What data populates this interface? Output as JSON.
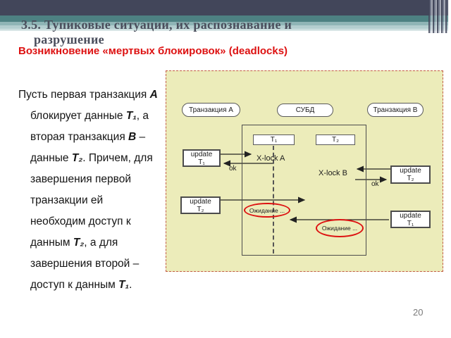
{
  "slide": {
    "title": "3.5. Тупиковые ситуации, их распознавание и\nразрушение",
    "subtitle": "Возникновение «мертвых блокировок» (deadlocks)",
    "page_number": "20"
  },
  "body": {
    "segments": [
      {
        "t": "Пусть первая транзакция "
      },
      {
        "t": "А",
        "b": true
      },
      {
        "t": "\nблокирует данные "
      },
      {
        "t": "Т₁",
        "b": true
      },
      {
        "t": ", а\nвторая транзакция "
      },
      {
        "t": "В",
        "b": true
      },
      {
        "t": " –\nданные "
      },
      {
        "t": "Т₂",
        "b": true
      },
      {
        "t": ". Причем, для\nзавершения первой\nтранзакции ей\nнеобходим доступ к\nданным "
      },
      {
        "t": "Т₂",
        "b": true
      },
      {
        "t": ", а для\nзавершения второй –\nдоступ к данным "
      },
      {
        "t": "Т₁",
        "b": true
      },
      {
        "t": "."
      }
    ]
  },
  "diagram": {
    "actor_a": "Транзакция А",
    "actor_dbms": "СУБД",
    "actor_b": "Транзакция В",
    "table_t1": "T₁",
    "table_t2": "T₂",
    "op_update_t1_by_a": "update\nT₁",
    "op_update_t2_by_b": "update\nT₂",
    "op_update_t2_by_a": "update\nT₂",
    "op_update_t1_by_b": "update\nT₁",
    "xlock_a": "X-lock A",
    "xlock_b": "X-lock B",
    "ok_a": "ok",
    "ok_b": "ok",
    "wait_a": "Ожидание ...",
    "wait_b": "Ожидание ..."
  },
  "colors": {
    "top_bar": "#42465a",
    "teal_band": "#4d8182",
    "title_text": "#4a4e5c",
    "subtitle_red": "#dd1111",
    "body_text": "#141414",
    "panel_bg": "#ececba",
    "panel_border": "#c25b44",
    "box_border": "#4c4c4c",
    "wait_red": "#dd1111",
    "page_number": "#7a7a7a"
  }
}
